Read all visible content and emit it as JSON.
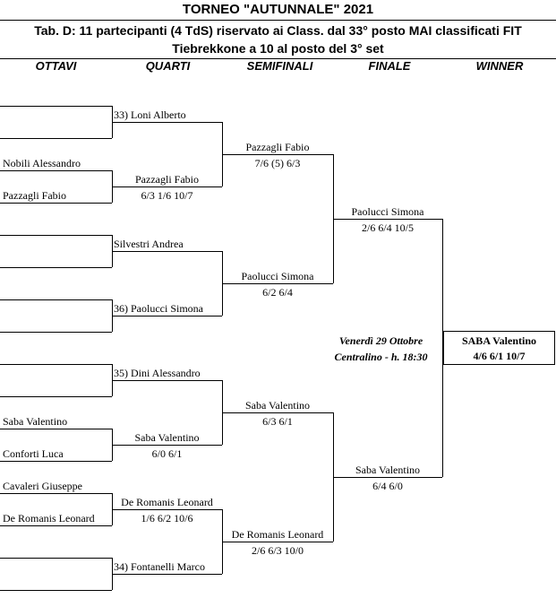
{
  "title": "TORNEO  \"AUTUNNALE\"  2021",
  "subtitle1": "Tab. D: 11 partecipanti (4 TdS) riservato ai Class. dal 33° posto MAI classificati FIT",
  "subtitle2": "Tiebrekkone a 10 al posto del 3° set",
  "columns": [
    "OTTAVI",
    "QUARTI",
    "SEMIFINALI",
    "FINALE",
    "WINNER"
  ],
  "ottavi": [
    "Nobili Alessandro",
    "Pazzagli Fabio",
    "Saba Valentino",
    "Conforti Luca",
    "Cavaleri Giuseppe",
    "De Romanis Leonard"
  ],
  "quarti": [
    {
      "name": "33) Loni Alberto",
      "score": ""
    },
    {
      "name": "Pazzagli Fabio",
      "score": "6/3  1/6  10/7"
    },
    {
      "name": "Silvestri Andrea",
      "score": ""
    },
    {
      "name": "36) Paolucci Simona",
      "score": ""
    },
    {
      "name": "35) Dini Alessandro",
      "score": ""
    },
    {
      "name": "Saba Valentino",
      "score": "6/0  6/1"
    },
    {
      "name": "De Romanis Leonard",
      "score": "1/6  6/2  10/6"
    },
    {
      "name": "34) Fontanelli Marco",
      "score": ""
    }
  ],
  "semi": [
    {
      "name": "Pazzagli Fabio",
      "score": "7/6 (5)  6/3"
    },
    {
      "name": "Paolucci Simona",
      "score": "6/2  6/4"
    },
    {
      "name": "Saba Valentino",
      "score": "6/3  6/1"
    },
    {
      "name": "De Romanis Leonard",
      "score": "2/6  6/3  10/0"
    }
  ],
  "finale": [
    {
      "name": "Paolucci Simona",
      "score": "2/6  6/4  10/5"
    },
    {
      "name": "Saba Valentino",
      "score": "6/4  6/0"
    }
  ],
  "final_info": {
    "line1": "Venerdì 29 Ottobre",
    "line2": "Centralino - h. 18:30"
  },
  "winner": {
    "name": "SABA  Valentino",
    "score": "4/6  6/1  10/7"
  }
}
